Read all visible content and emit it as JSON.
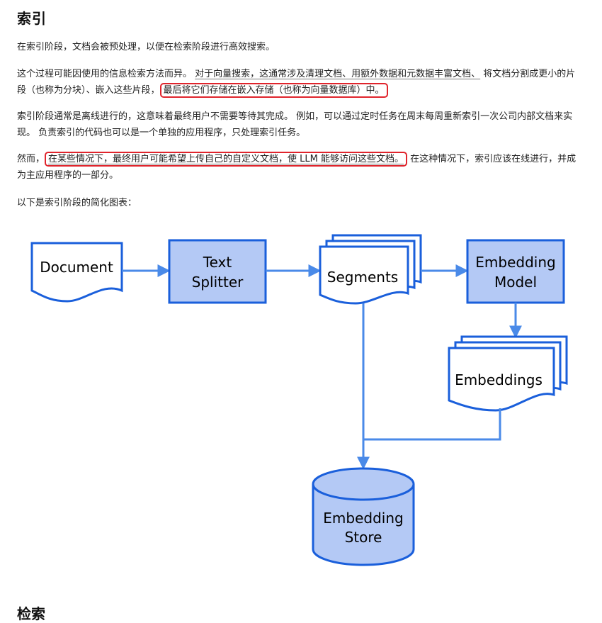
{
  "heading": "索引",
  "p1": "在索引阶段，文档会被预处理，以便在检索阶段进行高效搜索。",
  "p2": {
    "a": "这个过程可能因使用的信息检索方法而异。 ",
    "b": "对于向量搜索，这通常涉及清理文档、用额外数据和元数据丰富文档、",
    "c": " 将文档分割成更小的片段（也称为分块）、嵌入这些片段，",
    "d": "最后将它们存储在嵌入存储（也称为向量数据库）中。"
  },
  "p3": "索引阶段通常是离线进行的，这意味着最终用户不需要等待其完成。 例如，可以通过定时任务在周末每周重新索引一次公司内部文档来实现。 负责索引的代码也可以是一个单独的应用程序，只处理索引任务。",
  "p4": {
    "a": "然而，",
    "b": "在某些情况下，最终用户可能希望上传自己的自定义文档，使 LLM 能够访问这些文档。",
    "c": " 在这种情况下，索引应该在线进行，并成为主应用程序的一部分。"
  },
  "p5": "以下是索引阶段的简化图表：",
  "diagram": {
    "document": "Document",
    "splitter_line1": "Text",
    "splitter_line2": "Splitter",
    "segments": "Segments",
    "model_line1": "Embedding",
    "model_line2": "Model",
    "embeddings": "Embeddings",
    "store_line1": "Embedding",
    "store_line2": "Store",
    "colors": {
      "stroke": "#1a5fdb",
      "fill": "#b4c9f5",
      "arrow": "#4a8ae8",
      "highlight": "#e0242c"
    }
  },
  "next_heading": "检索"
}
